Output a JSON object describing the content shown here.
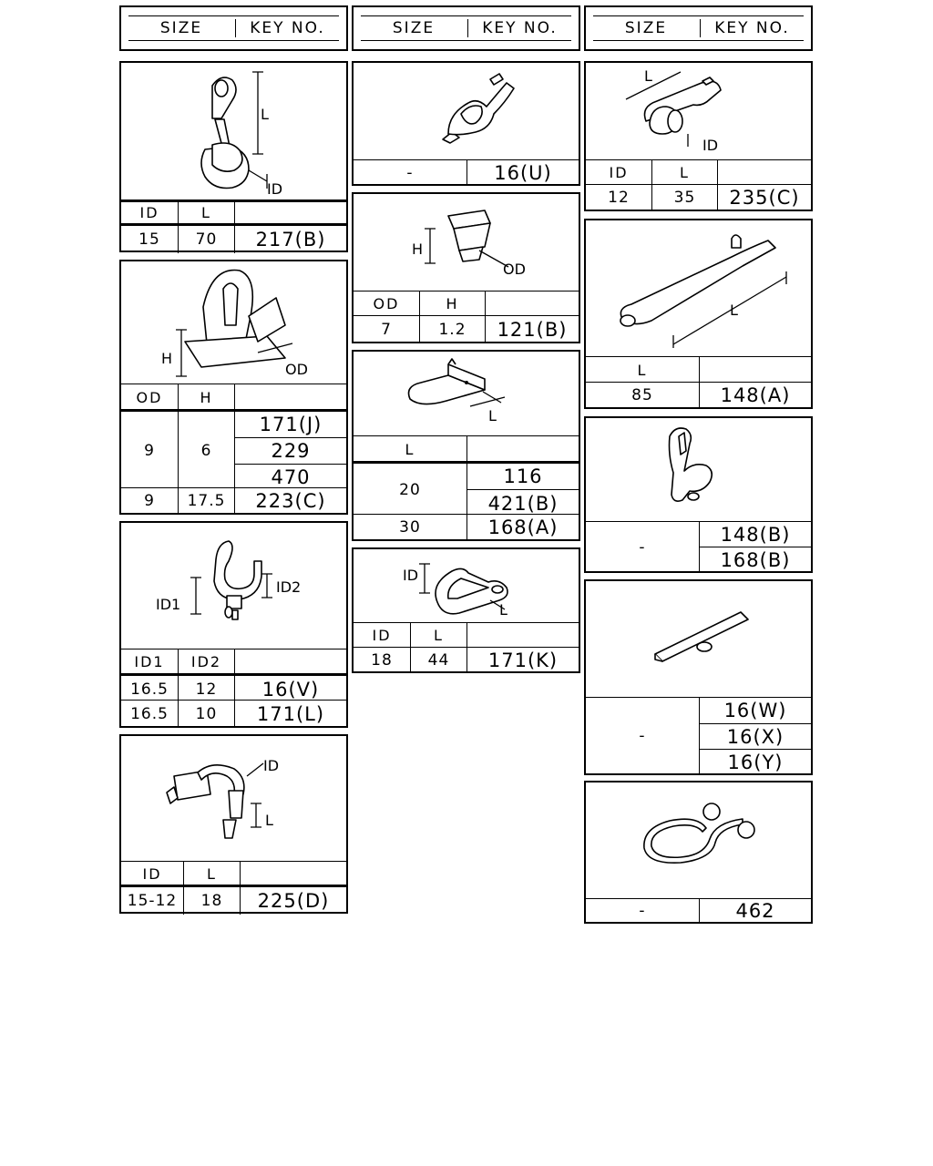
{
  "header": {
    "size_label": "SIZE",
    "key_label": "KEY NO."
  },
  "col1": {
    "p1": {
      "dims": [
        "L",
        "ID"
      ],
      "h_id": "ID",
      "h_l": "L",
      "v_id": "15",
      "v_l": "70",
      "key": "217(B)"
    },
    "p2": {
      "dims": [
        "H",
        "OD"
      ],
      "h_od": "OD",
      "h_h": "H",
      "v_od": "9",
      "v_h": "6",
      "keys": [
        "171(J)",
        "229",
        "470"
      ],
      "v_od2": "9",
      "v_h2": "17.5",
      "key2": "223(C)"
    },
    "p3": {
      "dims": [
        "ID2",
        "ID1"
      ],
      "h_id1": "ID1",
      "h_id2": "ID2",
      "rows": [
        {
          "a": "16.5",
          "b": "12",
          "key": "16(V)"
        },
        {
          "a": "16.5",
          "b": "10",
          "key": "171(L)"
        }
      ]
    },
    "p4": {
      "dims": [
        "ID",
        "L"
      ],
      "h_id": "ID",
      "h_l": "L",
      "v_id": "15-12",
      "v_l": "18",
      "key": "225(D)"
    }
  },
  "col2": {
    "p1": {
      "size": "-",
      "key": "16(U)"
    },
    "p2": {
      "dims": [
        "H",
        "OD"
      ],
      "h_od": "OD",
      "h_h": "H",
      "v_od": "7",
      "v_h": "1.2",
      "key": "121(B)"
    },
    "p3": {
      "dims": [
        "L"
      ],
      "h_l": "L",
      "v_l1": "20",
      "keys": [
        "116",
        "421(B)"
      ],
      "v_l2": "30",
      "key2": "168(A)"
    },
    "p4": {
      "dims": [
        "ID",
        "L"
      ],
      "h_id": "ID",
      "h_l": "L",
      "v_id": "18",
      "v_l": "44",
      "key": "171(K)"
    }
  },
  "col3": {
    "p1": {
      "dims": [
        "L",
        "ID"
      ],
      "h_id": "ID",
      "h_l": "L",
      "v_id": "12",
      "v_l": "35",
      "key": "235(C)"
    },
    "p2": {
      "dims": [
        "L"
      ],
      "h_l": "L",
      "v_l": "85",
      "key": "148(A)"
    },
    "p3": {
      "size": "-",
      "keys": [
        "148(B)",
        "168(B)"
      ]
    },
    "p4": {
      "size": "-",
      "keys": [
        "16(W)",
        "16(X)",
        "16(Y)"
      ]
    },
    "p5": {
      "size": "-",
      "key": "462"
    }
  }
}
